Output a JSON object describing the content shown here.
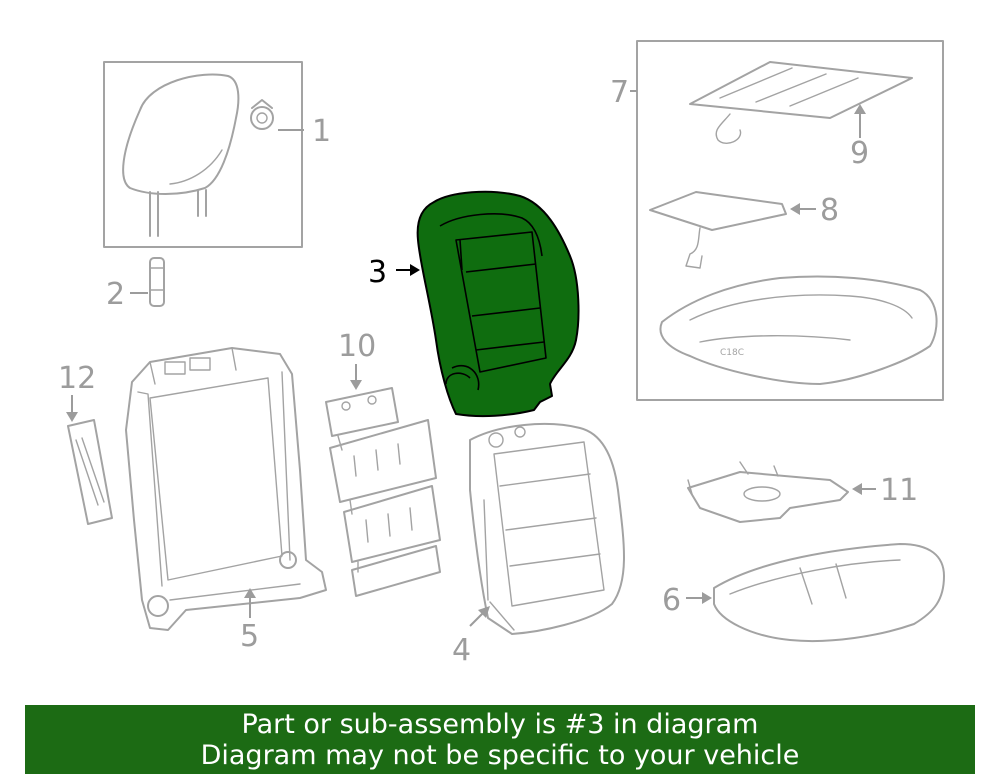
{
  "callouts": {
    "c1": "1",
    "c2": "2",
    "c3": "3",
    "c4": "4",
    "c5": "5",
    "c6": "6",
    "c7": "7",
    "c8": "8",
    "c9": "9",
    "c10": "10",
    "c11": "11",
    "c12": "12"
  },
  "highlight_part": "3",
  "colors": {
    "highlight": "#0f6d0f",
    "banner": "#1c6b14",
    "line": "#a3a3a3"
  },
  "banner": {
    "line1": "Part or sub-assembly is #3 in diagram",
    "line2": "Diagram may not be specific to your vehicle"
  }
}
